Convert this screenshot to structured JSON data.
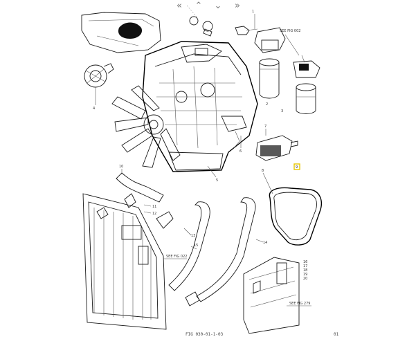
{
  "nav": {
    "first_icon": "double-chevron-left-icon",
    "up_icon": "chevron-up-icon",
    "down_icon": "chevron-down-icon",
    "last_icon": "double-chevron-right-icon",
    "first_glyph": "«",
    "up_glyph": "⌃",
    "down_glyph": "⌄",
    "last_glyph": "»"
  },
  "callouts": {
    "see_fig_top": "SEE FIG 002",
    "see_fig_mid": "SEE FIG 022",
    "see_fig_bottom": "SEE FIG 279",
    "n1": "1",
    "n2": "2",
    "n3": "3",
    "n4": "4",
    "n5": "5",
    "n6": "6",
    "n7": "7",
    "n8": "8",
    "n9": "9",
    "n10": "10",
    "n11": "11",
    "n12": "12",
    "n13": "13",
    "n14": "14",
    "n15": "15",
    "n16": "16",
    "n17": "17",
    "n18": "18",
    "n19": "19",
    "n20": "20"
  },
  "footer": {
    "figure_id": "FIG 030-01-1-03",
    "page": "01"
  },
  "highlight_color": "#e8c800"
}
